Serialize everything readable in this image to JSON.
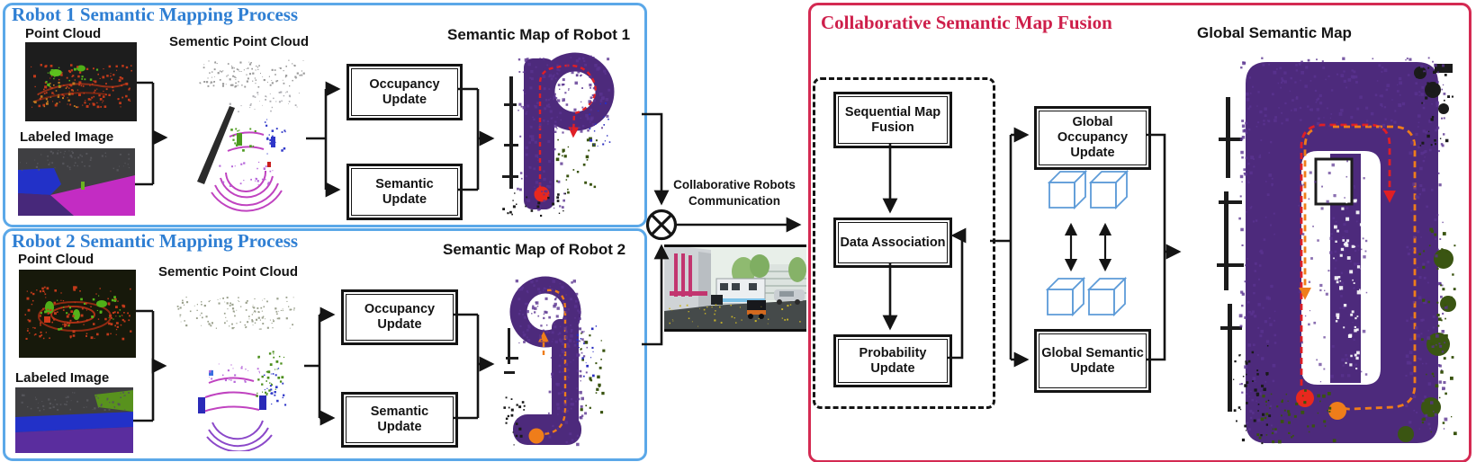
{
  "panels": {
    "robot1": {
      "title": "Robot 1 Semantic Mapping Process",
      "point_cloud_label": "Point Cloud",
      "labeled_image_label": "Labeled Image",
      "semantic_point_cloud_label": "Sementic Point Cloud",
      "occupancy_update_label": "Occupancy Update",
      "semantic_update_label": "Semantic Update",
      "map_title": "Semantic Map of Robot 1"
    },
    "robot2": {
      "title": "Robot 2 Semantic Mapping Process",
      "point_cloud_label": "Point Cloud",
      "labeled_image_label": "Labeled Image",
      "semantic_point_cloud_label": "Sementic Point Cloud",
      "occupancy_update_label": "Occupancy Update",
      "semantic_update_label": "Semantic Update",
      "map_title": "Semantic Map of Robot 2"
    },
    "fusion": {
      "title": "Collaborative Semantic Map Fusion",
      "sequential_map_fusion_label": "Sequential Map Fusion",
      "data_association_label": "Data Association",
      "probability_update_label": "Probability Update",
      "global_occupancy_update_label": "Global Occupancy Update",
      "global_semantic_update_label": "Global Semantic Update",
      "map_title": "Global Semantic Map"
    }
  },
  "middle": {
    "communication_label": "Collaborative Robots Communication",
    "operator_symbol": "circled-times"
  },
  "colors": {
    "panel_blue_border": "#5BA8E8",
    "title_blue": "#2F7FD3",
    "panel_red_border": "#D42A52",
    "title_red": "#CE1F4B",
    "flow_line": "#141414",
    "voxel_cube_blue": "#5D9BD8",
    "map_purple": "#4D2A7C",
    "robot1_trajectory_red": "#E01F25",
    "robot2_trajectory_orange": "#EF7D1A",
    "robot1_position_dot": "#E8281E",
    "robot2_position_dot": "#EF7D1A"
  }
}
